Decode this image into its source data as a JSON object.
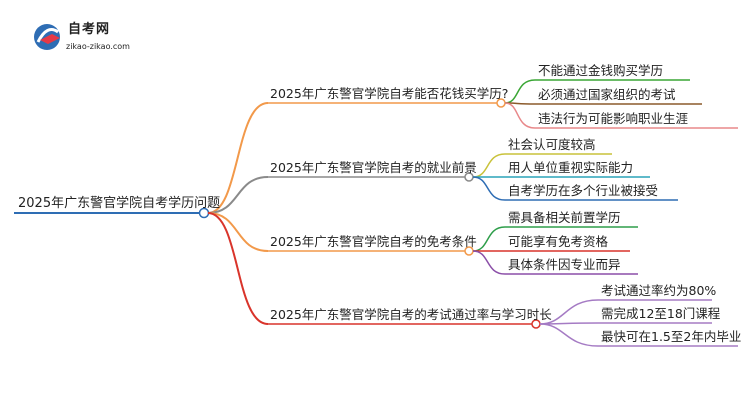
{
  "logo": {
    "title": "自考网",
    "subtitle": "zikao-zikao.com"
  },
  "mindmap": {
    "root": "2025年广东警官学院自考学历问题",
    "branches": [
      {
        "label": "2025年广东警官学院自考能否花钱买学历?",
        "color": "#f2994a",
        "children": [
          {
            "label": "不能通过金钱购买学历",
            "color": "#3aa635"
          },
          {
            "label": "必须通过国家组织的考试",
            "color": "#8b5a2b"
          },
          {
            "label": "违法行为可能影响职业生涯",
            "color": "#e8888a"
          }
        ]
      },
      {
        "label": "2025年广东警官学院自考的就业前景",
        "color": "#8a8a8a",
        "children": [
          {
            "label": "社会认可度较高",
            "color": "#c9c23a"
          },
          {
            "label": "用人单位重视实际能力",
            "color": "#2aa3b8"
          },
          {
            "label": "自考学历在多个行业被接受",
            "color": "#2e6db4"
          }
        ]
      },
      {
        "label": "2025年广东警官学院自考的免考条件",
        "color": "#f2994a",
        "children": [
          {
            "label": "需具备相关前置学历",
            "color": "#2e9e4a"
          },
          {
            "label": "可能享有免考资格",
            "color": "#d9342b"
          },
          {
            "label": "具体条件因专业而异",
            "color": "#8b4fa8"
          }
        ]
      },
      {
        "label": "2025年广东警官学院自考的考试通过率与学习时长",
        "color": "#d9342b",
        "children": [
          {
            "label": "考试通过率约为80%",
            "color": "#a57bc4"
          },
          {
            "label": "需完成12至18门课程",
            "color": "#a57bc4"
          },
          {
            "label": "最快可在1.5至2年内毕业",
            "color": "#a57bc4"
          }
        ]
      }
    ]
  }
}
